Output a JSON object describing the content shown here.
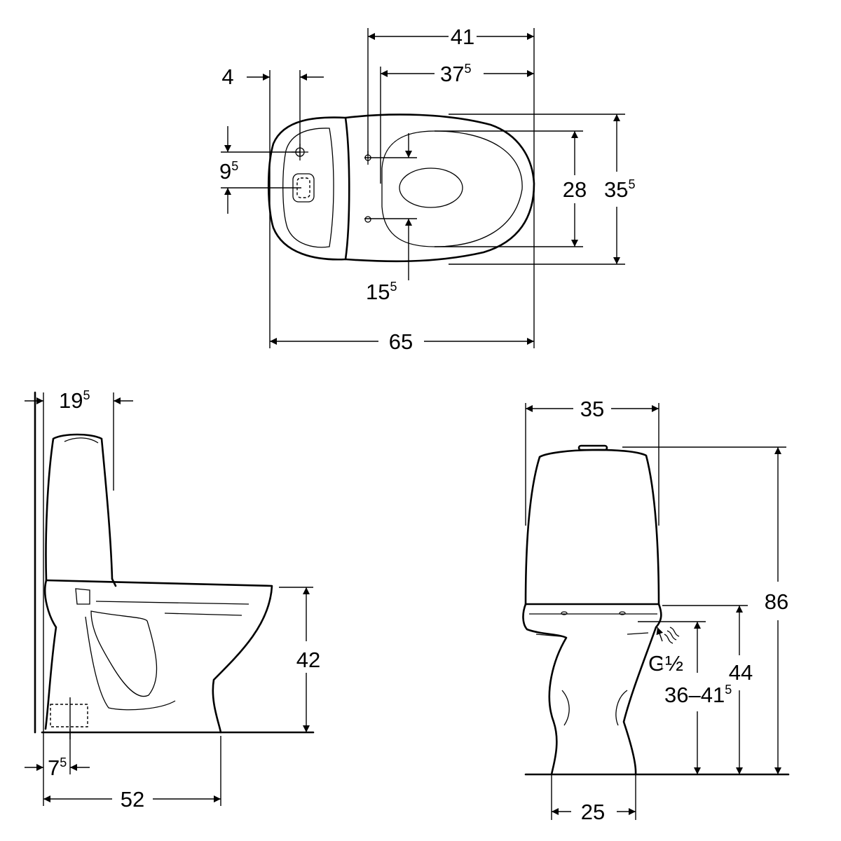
{
  "top_view": {
    "dim_41": {
      "main": "41",
      "sup": ""
    },
    "dim_37_5": {
      "main": "37",
      "sup": "5"
    },
    "dim_4": {
      "main": "4",
      "sup": ""
    },
    "dim_9_5": {
      "main": "9",
      "sup": "5"
    },
    "dim_28": {
      "main": "28",
      "sup": ""
    },
    "dim_35_5": {
      "main": "35",
      "sup": "5"
    },
    "dim_15_5": {
      "main": "15",
      "sup": "5"
    },
    "dim_65": {
      "main": "65",
      "sup": ""
    }
  },
  "side_view": {
    "dim_19_5": {
      "main": "19",
      "sup": "5"
    },
    "dim_42": {
      "main": "42",
      "sup": ""
    },
    "dim_7_5": {
      "main": "7",
      "sup": "5"
    },
    "dim_52": {
      "main": "52",
      "sup": ""
    }
  },
  "front_view": {
    "dim_35": {
      "main": "35",
      "sup": ""
    },
    "dim_86": {
      "main": "86",
      "sup": ""
    },
    "dim_44": {
      "main": "44",
      "sup": ""
    },
    "dim_36_41_5": {
      "main": "36–41",
      "sup": "5"
    },
    "thread": {
      "main": "G",
      "frac": "½"
    },
    "dim_25": {
      "main": "25",
      "sup": ""
    }
  }
}
